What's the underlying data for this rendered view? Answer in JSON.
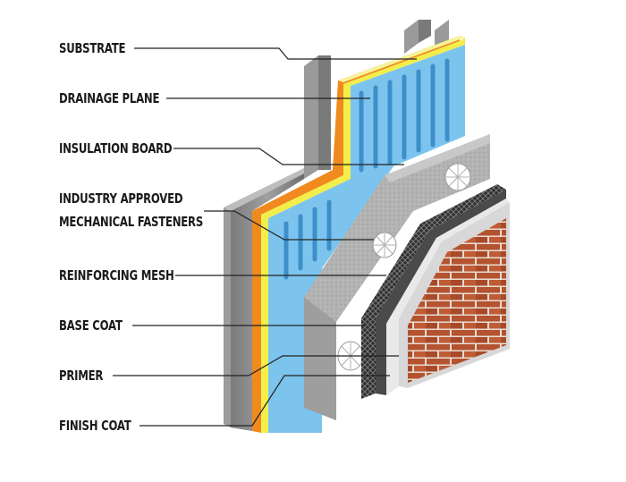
{
  "labels": {
    "substrate": "SUBSTRATE",
    "drainage_plane": "DRAINAGE PLANE",
    "insulation_board": "INSULATION BOARD",
    "fasteners_line1": "INDUSTRY APPROVED",
    "fasteners_line2": "MECHANICAL FASTENERS",
    "reinforcing_mesh": "REINFORCING MESH",
    "base_coat": "BASE COAT",
    "primer": "PRIMER",
    "finish_coat": "FINISH COAT"
  },
  "colors": {
    "steel": "#8a8a8a",
    "substrate_orange": "#f08a1e",
    "drainage_yellow": "#f2ee4a",
    "insulation_blue": "#7cc4ee",
    "base_coat_gray": "#a8a8a8",
    "mesh_dark": "#3a3a3a",
    "primer_light": "#e6e6e6",
    "brick_red": "#b4532f",
    "leader_line": "#222222"
  }
}
